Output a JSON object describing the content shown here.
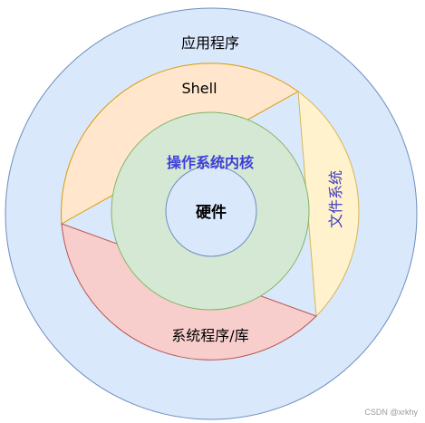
{
  "layers": {
    "applications": {
      "label": "应用程序",
      "fill": "#dae8fc",
      "stroke": "#6c8ebf",
      "text_color": "#000000"
    },
    "shell": {
      "label": "Shell",
      "fill": "#ffe6cc",
      "stroke": "#d79b00",
      "text_color": "#000000"
    },
    "file_system": {
      "label": "文件系统",
      "fill": "#fff2cc",
      "stroke": "#d6b656",
      "text_color": "#3f3fbf"
    },
    "system_programs": {
      "label": "系统程序/库",
      "fill": "#f8cecc",
      "stroke": "#b85450",
      "text_color": "#000000"
    },
    "kernel": {
      "label": "操作系统内核",
      "fill": "#d5e8d4",
      "stroke": "#82b366",
      "text_color": "#3f3fd9"
    },
    "hardware": {
      "label": "硬件",
      "fill": "#dae8fc",
      "stroke": "#6c8ebf",
      "text_color": "#000000"
    }
  },
  "watermark": "CSDN @xrkhy"
}
